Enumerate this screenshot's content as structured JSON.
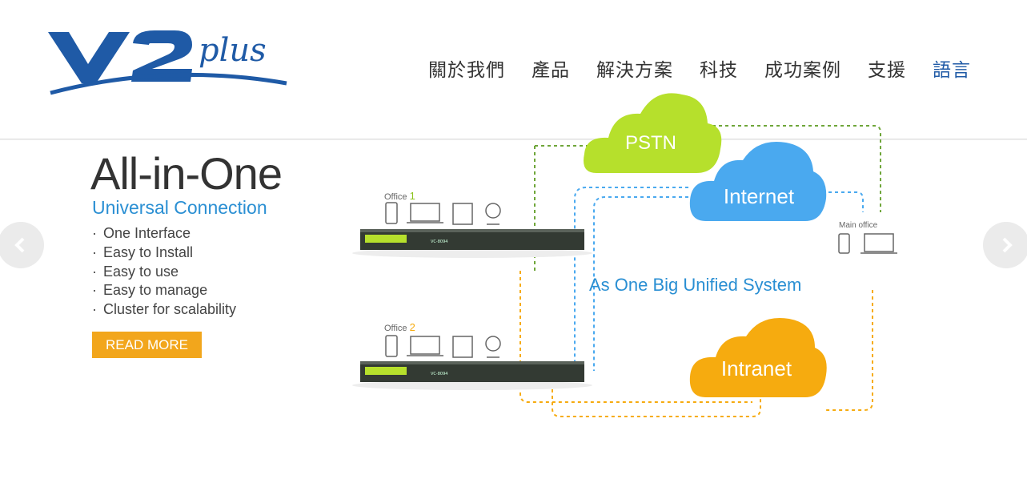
{
  "header": {
    "logo_text": "V2plus",
    "nav": [
      {
        "label": "關於我們"
      },
      {
        "label": "產品"
      },
      {
        "label": "解決方案"
      },
      {
        "label": "科技"
      },
      {
        "label": "成功案例"
      },
      {
        "label": "支援"
      },
      {
        "label": "語言"
      }
    ],
    "active_nav": "語言",
    "colors": {
      "brand": "#1f5aa6",
      "accent": "#f2a61c",
      "link": "#2a8fd3"
    }
  },
  "hero": {
    "title": "All-in-One",
    "subtitle": "Universal Connection",
    "features": [
      "One Interface",
      "Easy to Install",
      "Easy to use",
      "Easy to manage",
      "Cluster for scalability"
    ],
    "cta_label": "READ MORE",
    "prev_icon": "chevron-left-icon",
    "next_icon": "chevron-right-icon"
  },
  "diagram": {
    "clouds": {
      "pstn": "PSTN",
      "internet": "Internet",
      "intranet": "Intranet"
    },
    "office1_label": "Office",
    "office1_num": "1",
    "office2_label": "Office",
    "office2_num": "2",
    "main_office": "Main office",
    "unified_text": "As One Big Unified System",
    "device_label": "VC-8094",
    "cloud_colors": {
      "pstn": "#b6e02c",
      "internet": "#4aa9ef",
      "intranet": "#f6ab0f"
    }
  }
}
